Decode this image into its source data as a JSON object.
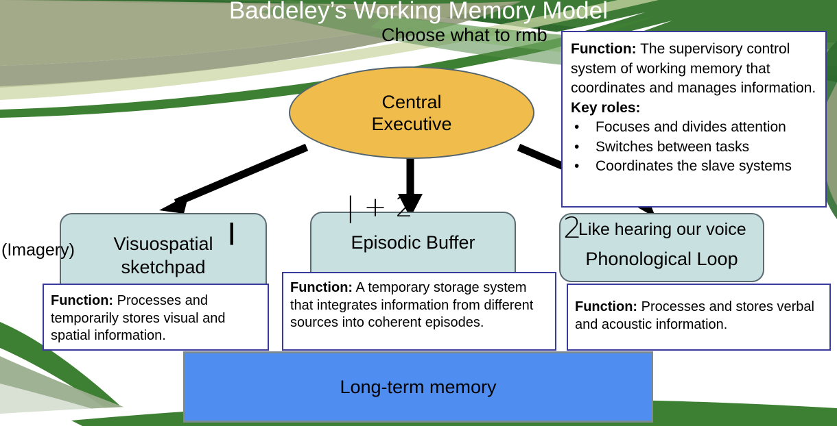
{
  "slide": {
    "title": "Baddeley’s Working Memory Model",
    "theme": {
      "title_color": "#ffffff",
      "header_green_dark": "#2F6B2F",
      "header_green_mid": "#4A7C3F",
      "header_olive": "#9EA583",
      "accent_green": "#3E8033",
      "ellipse_fill": "#F0BD4C",
      "ellipse_stroke": "#53646E",
      "box_fill": "#C8E0E0",
      "box_stroke": "#5A6B72",
      "ltm_fill": "#4F8EF0",
      "ltm_stroke": "#7C8B91",
      "callout_stroke": "#3A3A9C",
      "callout_fill": "#ffffff",
      "arrow_color": "#000000"
    }
  },
  "central_executive": {
    "label": "Central\nExecutive",
    "label_line1": "Central",
    "label_line2": "Executive",
    "callout": {
      "function_label": "Function:",
      "function_text": " The supervisory control system of working memory that coordinates and manages information.",
      "key_roles_label": "Key roles:",
      "key_roles": [
        "Focuses and divides attention",
        "Switches between tasks",
        "Coordinates the slave systems"
      ]
    }
  },
  "components": [
    {
      "id": "visuospatial-sketchpad",
      "label_line1": "Visuospatial",
      "label_line2": "sketchpad",
      "callout": {
        "function_label": "Function:",
        "function_text": " Processes and temporarily stores visual and spatial information."
      }
    },
    {
      "id": "episodic-buffer",
      "label_line1": "Episodic Buffer",
      "label_line2": "",
      "callout": {
        "function_label": "Function:",
        "function_text": " A temporary storage system that integrates information from different sources into coherent episodes."
      }
    },
    {
      "id": "phonological-loop",
      "label_line1": "Phonological Loop",
      "label_line2": "",
      "callout": {
        "function_label": "Function:",
        "function_text": " Processes and stores verbal and acoustic information."
      }
    }
  ],
  "long_term_memory": {
    "label": "Long-term memory"
  },
  "annotations": {
    "choose_what_to_rmb": "Choose what to rmb",
    "imagery": "(Imagery)",
    "tick_one": "|",
    "one_plus_two": "| + 2",
    "digit_two": "2",
    "like_hearing_our_voice": "Like hearing our voice"
  }
}
